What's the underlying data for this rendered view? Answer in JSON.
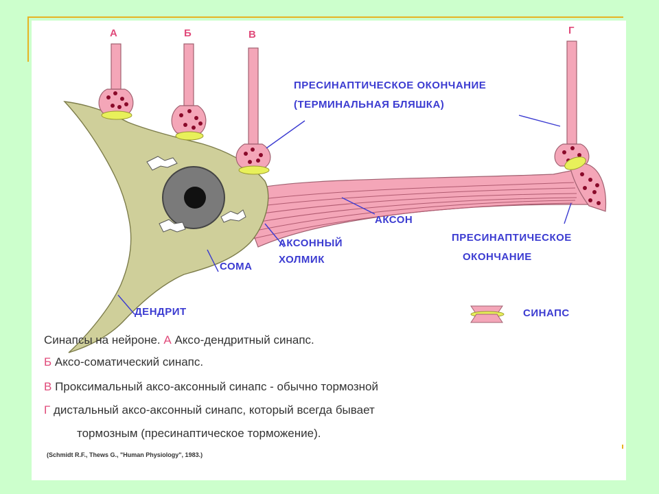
{
  "labels": {
    "letter_a": "А",
    "letter_b": "Б",
    "letter_v": "В",
    "letter_g": "Г",
    "presynaptic_ending_line1": "ПРЕСИНАПТИЧЕСКОЕ ОКОНЧАНИЕ",
    "presynaptic_ending_line2": "(ТЕРМИНАЛЬНАЯ БЛЯШКА)",
    "axon": "АКСОН",
    "axon_hillock_line1": "АКСОННЫЙ",
    "axon_hillock_line2": "ХОЛМИК",
    "soma": "СОМА",
    "dendrite": "ДЕНДРИТ",
    "presynaptic_right_line1": "ПРЕСИНАПТИЧЕСКОЕ",
    "presynaptic_right_line2": "ОКОНЧАНИЕ",
    "synapse_legend": "СИНАПС"
  },
  "caption": {
    "line1_text": "Синапсы на нейроне.",
    "line1_letter": "А",
    "line1_rest": "Аксо-дендритный синапс.",
    "line2_letter": "Б",
    "line2_rest": "Аксо-соматический синапс.",
    "line3_letter": "В",
    "line3_rest": "Проксимальный аксо-аксонный синапс - обычно тормозной",
    "line4_letter": "Г",
    "line4_rest": "дистальный аксо-аксонный синапс, который всегда бывает",
    "line5": "тормозным    (пресинаптическое торможение).",
    "reference": "(Schmidt R.F., Thews G., \"Human Physiology\", 1983.)"
  },
  "colors": {
    "background": "#ccffcc",
    "frame": "#e6b422",
    "soma": "#cfcf9a",
    "axon": "#f4a6b8",
    "synapse": "#e8f05a",
    "label_blue": "#3b3bd1",
    "label_pink": "#e04a7a",
    "vesicle": "#8a0a2a"
  }
}
